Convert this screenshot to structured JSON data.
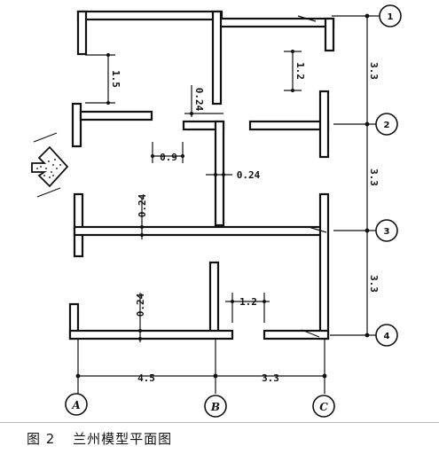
{
  "axes": {
    "columns": [
      "A",
      "B",
      "C"
    ],
    "rows": [
      "1",
      "2",
      "3",
      "4"
    ]
  },
  "dimensions": {
    "span_ab": "4.5",
    "span_bc": "3.3",
    "row_12": "3.3",
    "row_23": "3.3",
    "row_34": "3.3",
    "opening_top_left": "1.5",
    "opening_top_right": "1.2",
    "opening_bottom": "1.2",
    "opening_mid": "0.9",
    "wall_thk_upper": "0.24",
    "wall_thk_center": "0.24",
    "wall_thk_left_mid": "0.24",
    "wall_thk_left_low": "0.24"
  },
  "caption": {
    "figure_no": "图 2",
    "title": "兰州模型平面图"
  }
}
